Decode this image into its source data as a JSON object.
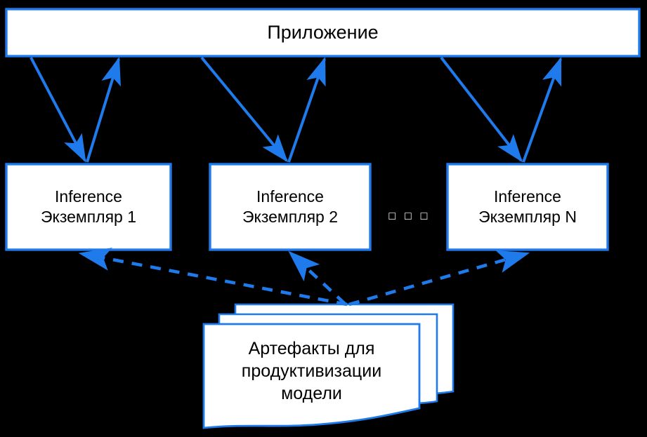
{
  "diagram": {
    "title": "Приложение",
    "background_color": "#000000",
    "stroke_color": "#1f7aec",
    "fill_color": "#ffffff",
    "text_color": "#000000",
    "application": {
      "label": "Приложение"
    },
    "instances": [
      {
        "line1": "Inference",
        "line2": "Экземпляр 1"
      },
      {
        "line1": "Inference",
        "line2": "Экземпляр 2"
      },
      {
        "line1": "Inference",
        "line2": "Экземпляр N"
      }
    ],
    "ellipsis": "◻ ◻ ◻",
    "artifacts": {
      "line1": "Артефакты для",
      "line2": "продуктивизации",
      "line3": "модели"
    },
    "connections": {
      "solid_style": "solid",
      "dashed_style": "dashed"
    }
  }
}
